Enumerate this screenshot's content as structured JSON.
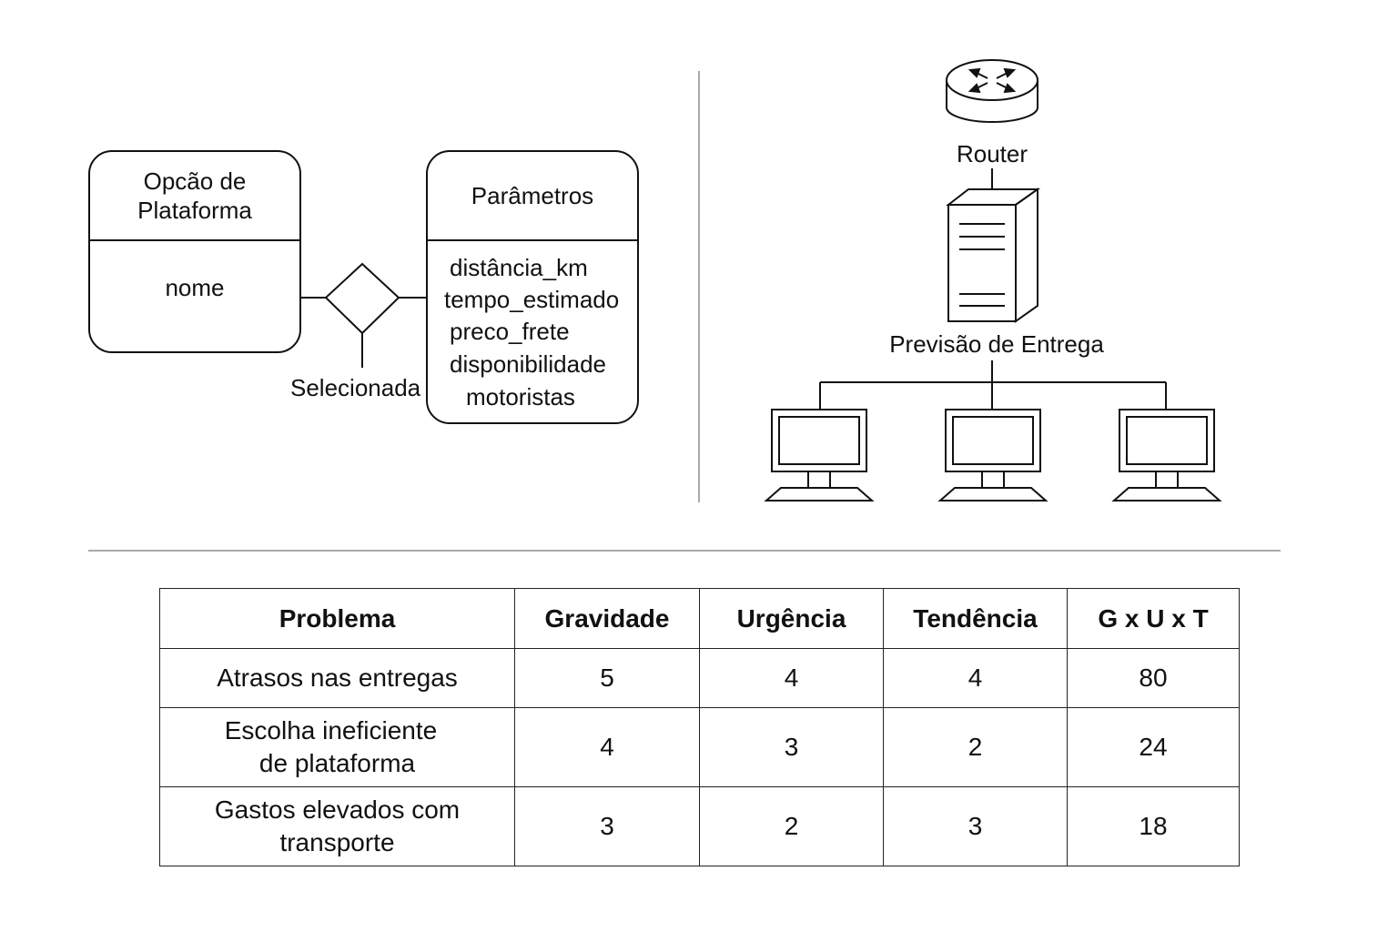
{
  "er": {
    "entity1": {
      "title": "Opcão de Plataforma",
      "attribute": "nome"
    },
    "relationship": "Selecionada",
    "entity2": {
      "title": "Parâmetros",
      "attributes": [
        "distância_km",
        "tempo_estimado",
        "preco_frete",
        "disponibilidade",
        "motoristas"
      ]
    }
  },
  "network": {
    "router_label": "Router",
    "server_label": "Previsão de Entrega",
    "client_count_icons": [
      "monitor-icon",
      "monitor-icon",
      "monitor-icon"
    ]
  },
  "gut_table": {
    "headers": [
      "Problema",
      "Gravidade",
      "Urgência",
      "Tendência",
      "G x U x T"
    ],
    "rows": [
      {
        "problem": [
          "Atrasos nas entregas"
        ],
        "g": "5",
        "u": "4",
        "t": "4",
        "gut": "80"
      },
      {
        "problem": [
          "Escolha ineficiente",
          "de plataforma"
        ],
        "g": "4",
        "u": "3",
        "t": "2",
        "gut": "24"
      },
      {
        "problem": [
          "Gastos elevados com",
          "transporte"
        ],
        "g": "3",
        "u": "2",
        "t": "3",
        "gut": "18"
      }
    ]
  }
}
